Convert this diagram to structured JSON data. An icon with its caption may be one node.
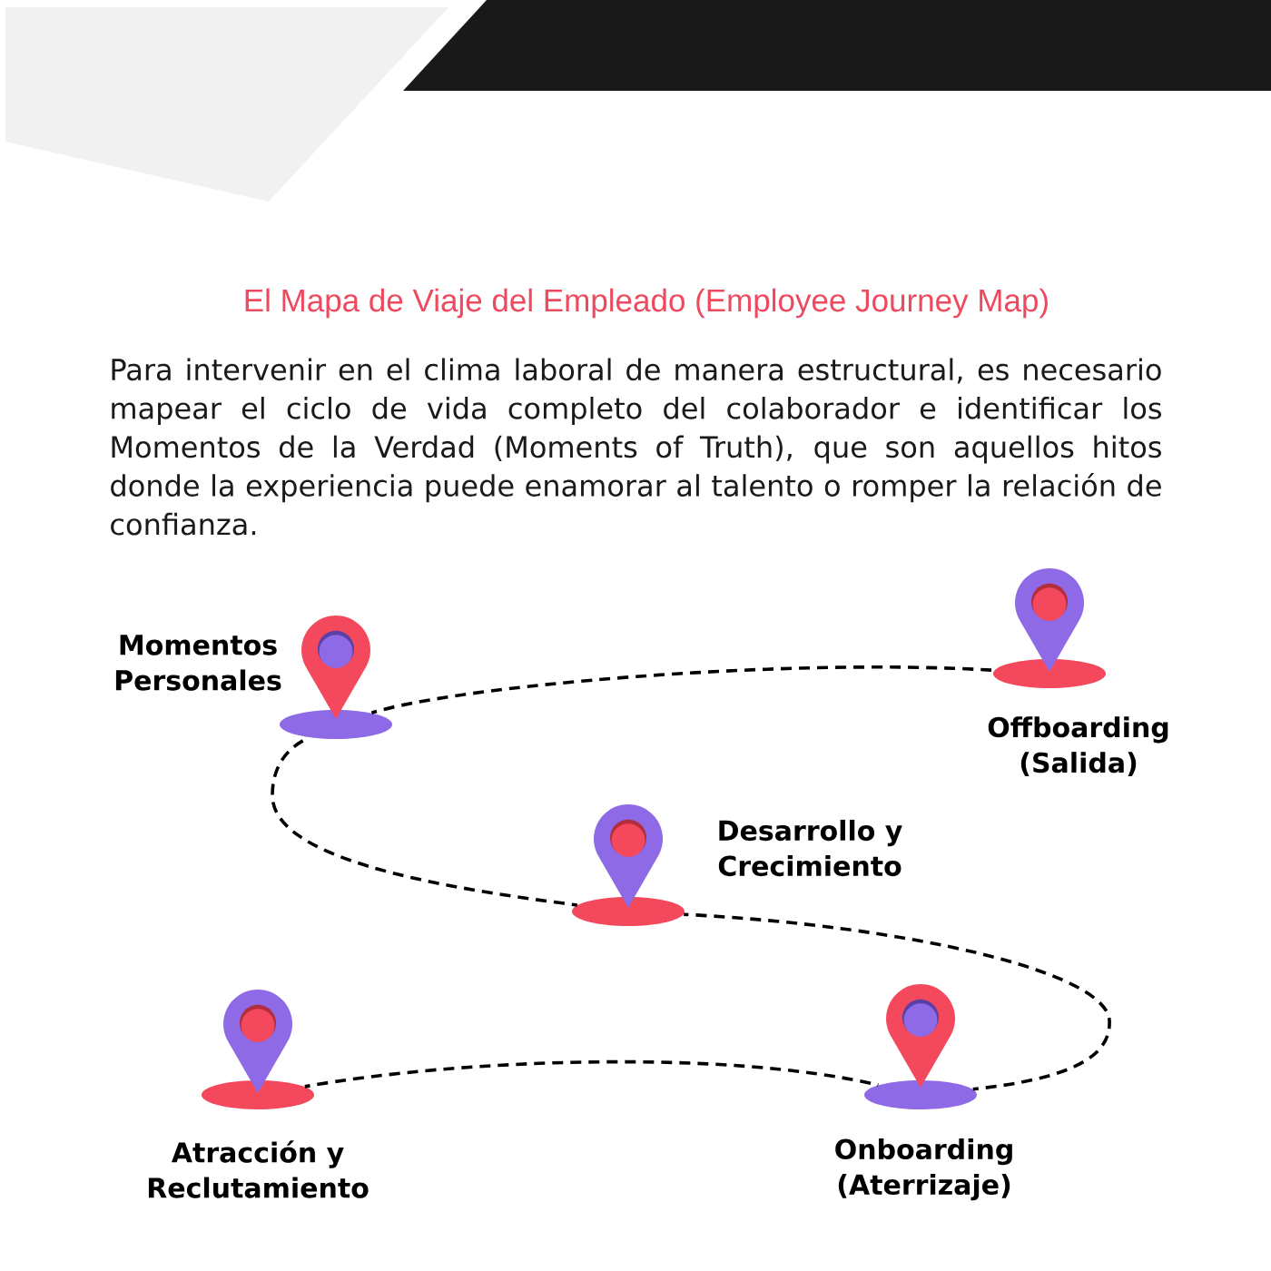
{
  "diagram": {
    "title": "El Mapa de Viaje del Empleado (Employee Journey Map)",
    "nodes": [
      {
        "text": [
          "Atracción y Reclutamiento"
        ]
      },
      {
        "text": [
          "Onboarding (Aterrizaje)"
        ]
      },
      {
        "text": [
          "Desarrollo y Crecimiento"
        ]
      },
      {
        "text": [
          "Momentos Personales"
        ]
      },
      {
        "text": [
          "Offboarding (Salida)"
        ]
      }
    ],
    "edges": [
      {
        "from": 0,
        "to": 1,
        "arrow": "none",
        "style": "dashed"
      },
      {
        "from": 1,
        "to": 2,
        "arrow": "none",
        "style": "dashed"
      },
      {
        "from": 2,
        "to": 3,
        "arrow": "none",
        "style": "dashed"
      },
      {
        "from": 3,
        "to": 4,
        "arrow": "none",
        "style": "dashed"
      }
    ],
    "labels": [
      "Para intervenir en el clima laboral de manera estructural, es necesario mapear el ciclo de vida completo del colaborador e identificar los Momentos de la Verdad (Moments of Truth), que son aquellos hitos donde la experiencia puede enamorar al talento o romper la relación de confianza."
    ]
  }
}
